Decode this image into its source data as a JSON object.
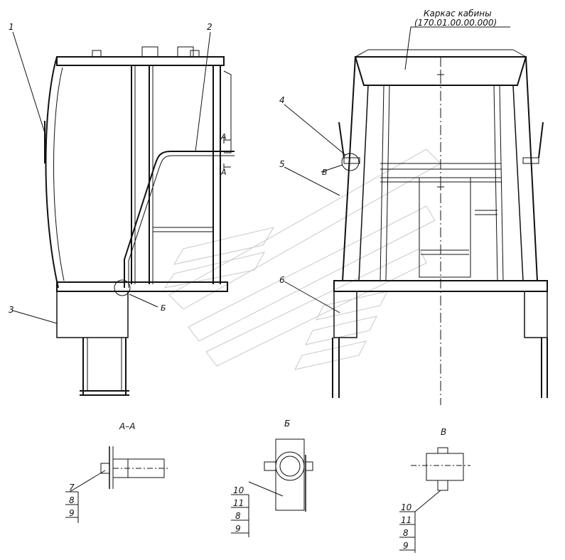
{
  "title": {
    "name": "Каркас кабины",
    "code": "(170.01.00.00.000)"
  },
  "callouts": [
    "1",
    "2",
    "3",
    "4",
    "5",
    "6"
  ],
  "section_markers": {
    "a_upper": "А",
    "a_lower": "А",
    "b": "Б",
    "v": "В"
  },
  "details": [
    {
      "title": "А–А",
      "items": [
        "7",
        "8",
        "9"
      ]
    },
    {
      "title": "Б",
      "items": [
        "10",
        "11",
        "8",
        "9"
      ]
    },
    {
      "title": "В",
      "items": [
        "10",
        "11",
        "8",
        "9"
      ]
    }
  ]
}
